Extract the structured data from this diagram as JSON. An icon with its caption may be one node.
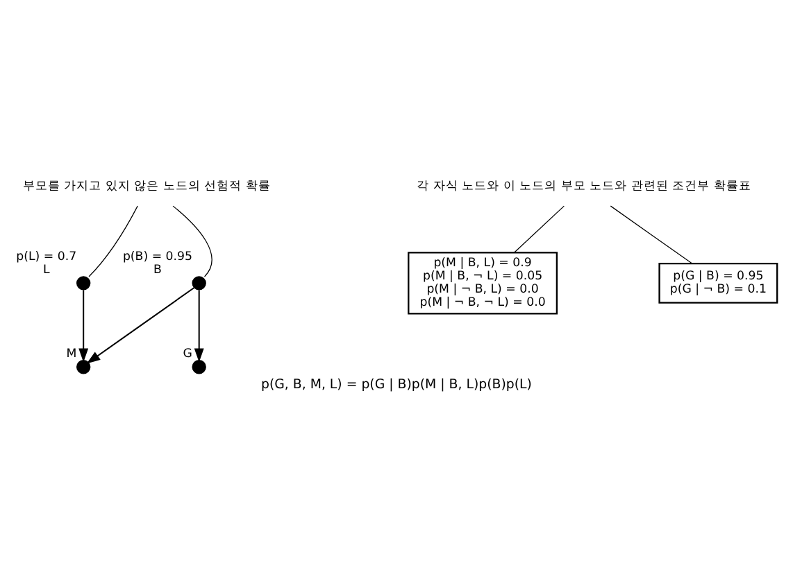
{
  "diagram": {
    "caption": "p(G, B, M, L) = p(G | B)p(M | B, L)p(B)p(L)",
    "nodes": [
      {
        "text": [
          "부모를 가지고 있지 않은 노드의 선험적 확률"
        ]
      },
      {
        "text": [],
        "shape": "circle",
        "beside": [
          "p(L) = 0.7",
          "L"
        ]
      },
      {
        "text": [],
        "shape": "circle",
        "beside": [
          "p(B) = 0.95",
          "B"
        ]
      },
      {
        "text": [],
        "shape": "circle",
        "beside": [
          "G"
        ]
      },
      {
        "text": [],
        "shape": "circle",
        "beside": [
          "M"
        ]
      },
      {
        "text": [
          "p(M | B, L) = 0.9",
          "p(M | B, ¬ L) = 0.05",
          "p(M | ¬ B, L) = 0.0",
          "p(M | ¬ B, ¬ L) = 0.0"
        ]
      },
      {
        "text": [
          "p(G | B) = 0.95",
          "p(G | ¬ B) = 0.1"
        ]
      },
      {
        "text": [
          "각 자식 노드와 이 노드의 부모 노드와 관련된 조건부 확률표"
        ]
      }
    ],
    "edges": [
      {
        "from": 0,
        "to": 2,
        "arrow": "none"
      },
      {
        "from": 0,
        "to": 1,
        "arrow": "none"
      },
      {
        "from": 2,
        "to": 3,
        "arrow": "to"
      },
      {
        "from": 2,
        "to": 4,
        "arrow": "to"
      },
      {
        "from": 1,
        "to": 4,
        "arrow": "to"
      },
      {
        "from": 7,
        "to": 5,
        "arrow": "none"
      },
      {
        "from": 7,
        "to": 6,
        "arrow": "none"
      }
    ]
  }
}
